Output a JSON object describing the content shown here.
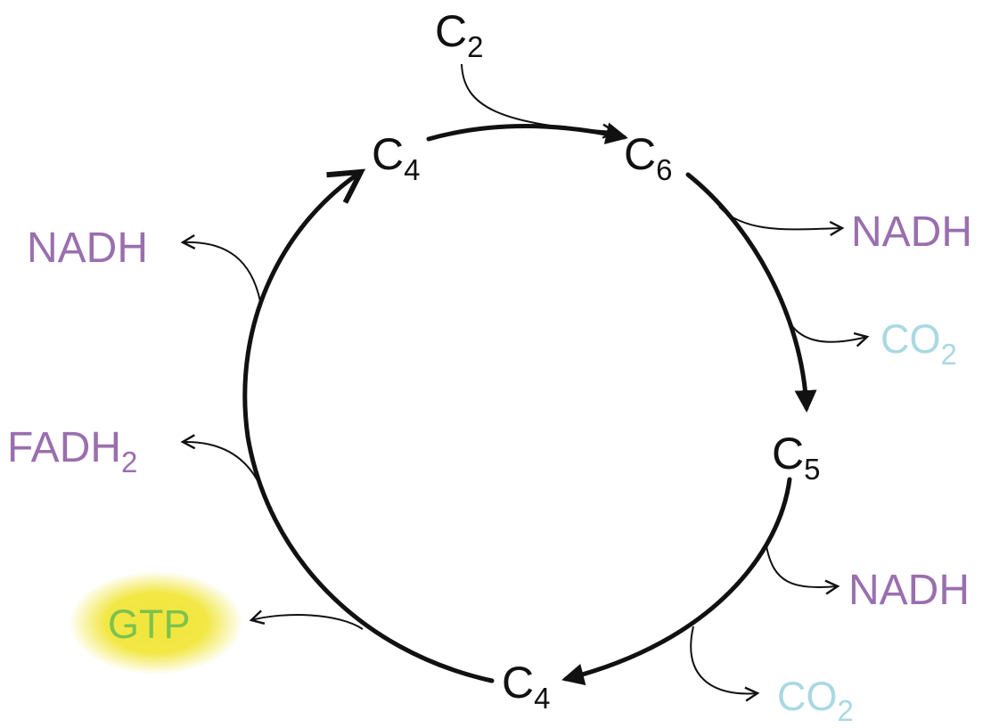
{
  "nodes": {
    "c2": {
      "base": "C",
      "sub": "2"
    },
    "c6": {
      "base": "C",
      "sub": "6"
    },
    "c5": {
      "base": "C",
      "sub": "5"
    },
    "c4_bottom": {
      "base": "C",
      "sub": "4"
    },
    "c4_top": {
      "base": "C",
      "sub": "4"
    }
  },
  "outputs": {
    "nadh_right_top": {
      "text": "NADH"
    },
    "co2_right_top": {
      "base": "CO",
      "sub": "2"
    },
    "nadh_right_bottom": {
      "text": "NADH"
    },
    "co2_bottom": {
      "base": "CO",
      "sub": "2"
    },
    "gtp": {
      "text": "GTP"
    },
    "fadh2": {
      "base": "FADH",
      "sub": "2"
    },
    "nadh_left": {
      "text": "NADH"
    }
  },
  "colors": {
    "cycle": "#111111",
    "energy_carrier": "#9a6fae",
    "co2": "#a9d9e2",
    "gtp": "#7cc24d",
    "gtp_highlight": "#f1e63b"
  }
}
